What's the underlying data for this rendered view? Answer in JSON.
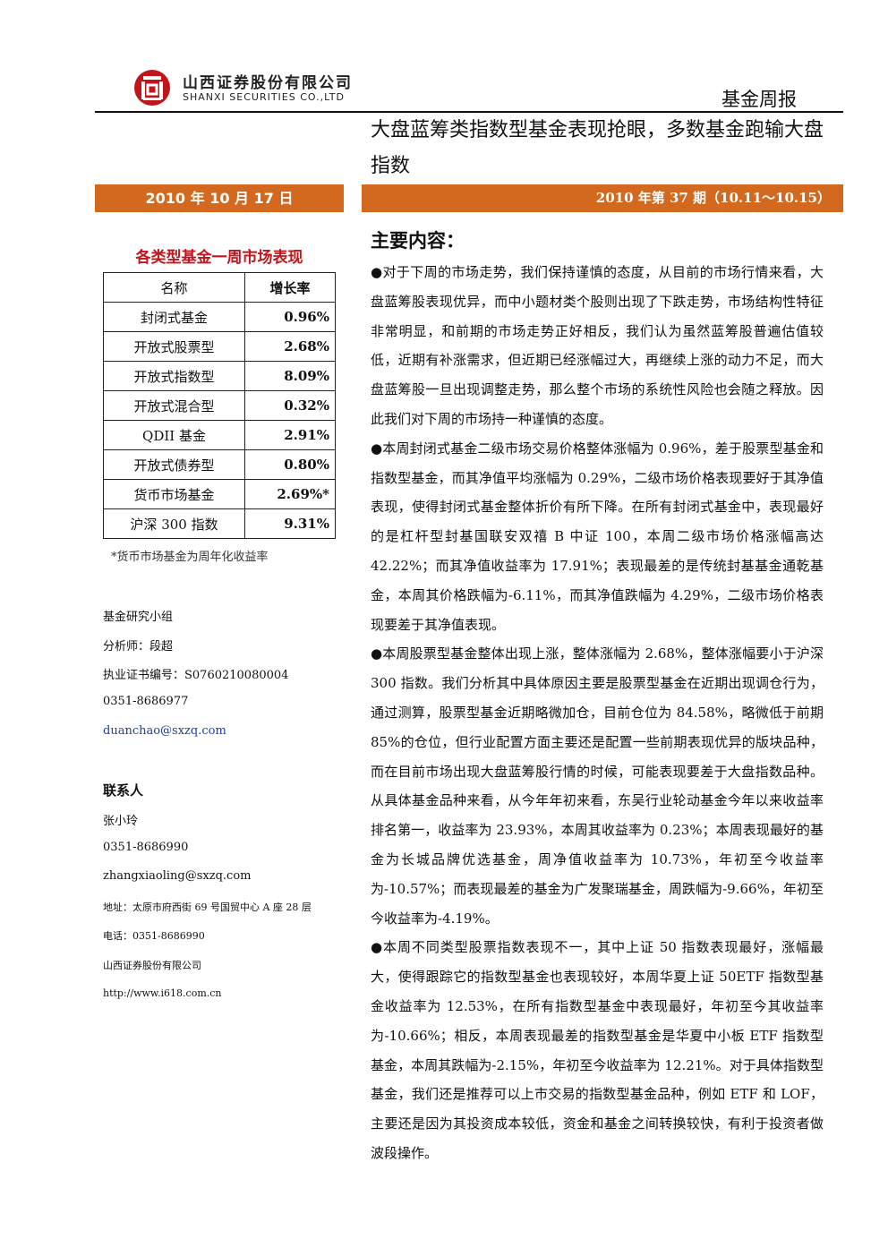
{
  "header": {
    "company_cn": "山西证券股份有限公司",
    "company_en": "SHANXI SECURITIES CO.,LTD",
    "report_type": "基金周报",
    "headline": "大盘蓝筹类指数型基金表现抢眼，多数基金跑输大盘指数"
  },
  "colors": {
    "accent": "#d2691e",
    "brand_red": "#c0151b"
  },
  "date_label": "2010 年 10 月 17 日",
  "issue_label": "2010 年第 37 期（10.11～10.15）",
  "table": {
    "title": "各类型基金一周市场表现",
    "headers": [
      "名称",
      "增长率"
    ],
    "rows": [
      [
        "封闭式基金",
        "0.96%"
      ],
      [
        "开放式股票型",
        "2.68%"
      ],
      [
        "开放式指数型",
        "8.09%"
      ],
      [
        "开放式混合型",
        "0.32%"
      ],
      [
        "QDII 基金",
        "2.91%"
      ],
      [
        "开放式债券型",
        "0.80%"
      ],
      [
        "货币市场基金",
        "2.69%*"
      ],
      [
        "沪深 300 指数",
        "9.31%"
      ]
    ],
    "note": "*货币市场基金为周年化收益率"
  },
  "research": {
    "group": "基金研究小组",
    "analyst": "分析师：段超",
    "cert": "执业证书编号：S0760210080004",
    "phone": "0351-8686977",
    "email": "duanchao@sxzq.com"
  },
  "contact": {
    "heading": "联系人",
    "name": "张小玲",
    "phone": "0351-8686990",
    "email": "zhangxiaoling@sxzq.com",
    "address": "地址：太原市府西街 69 号国贸中心 A 座 28 层",
    "tel": "电话：0351-8686990",
    "company": "山西证券股份有限公司",
    "url": "http://www.i618.com.cn"
  },
  "main": {
    "title": "主要内容：",
    "paragraphs": [
      "●对于下周的市场走势，我们保持谨慎的态度，从目前的市场行情来看，大盘蓝筹股表现优异，而中小题材类个股则出现了下跌走势，市场结构性特征非常明显，和前期的市场走势正好相反，我们认为虽然蓝筹股普遍估值较低，近期有补涨需求，但近期已经涨幅过大，再继续上涨的动力不足，而大盘蓝筹股一旦出现调整走势，那么整个市场的系统性风险也会随之释放。因此我们对下周的市场持一种谨慎的态度。",
      "●本周封闭式基金二级市场交易价格整体涨幅为 0.96%，差于股票型基金和指数型基金，而其净值平均涨幅为 0.29%，二级市场价格表现要好于其净值表现，使得封闭式基金整体折价有所下降。在所有封闭式基金中，表现最好的是杠杆型封基国联安双禧 B 中证 100，本周二级市场价格涨幅高达 42.22%；而其净值收益率为 17.91%；表现最差的是传统封基基金通乾基金，本周其价格跌幅为-6.11%，而其净值跌幅为 4.29%，二级市场价格表现要差于其净值表现。",
      "●本周股票型基金整体出现上涨，整体涨幅为 2.68%，整体涨幅要小于沪深 300 指数。我们分析其中具体原因主要是股票型基金在近期出现调仓行为，通过测算，股票型基金近期略微加仓，目前仓位为 84.58%，略微低于前期 85%的仓位，但行业配置方面主要还是配置一些前期表现优异的版块品种，而在目前市场出现大盘蓝筹股行情的时候，可能表现要差于大盘指数品种。从具体基金品种来看，从今年年初来看，东吴行业轮动基金今年以来收益率排名第一，收益率为 23.93%，本周其收益率为 0.23%；本周表现最好的基金为长城品牌优选基金，周净值收益率为 10.73%，年初至今收益率为-10.57%；而表现最差的基金为广发聚瑞基金，周跌幅为-9.66%，年初至今收益率为-4.19%。",
      "●本周不同类型股票指数表现不一，其中上证 50 指数表现最好，涨幅最大，使得跟踪它的指数型基金也表现较好，本周华夏上证 50ETF 指数型基金收益率为 12.53%，在所有指数型基金中表现最好，年初至今其收益率为-10.66%；相反，本周表现最差的指数型基金是华夏中小板 ETF 指数型基金，本周其跌幅为-2.15%，年初至今收益率为 12.21%。对于具体指数型基金，我们还是推荐可以上市交易的指数型基金品种，例如 ETF 和 LOF，主要还是因为其投资成本较低，资金和基金之间转换较快，有利于投资者做波段操作。"
    ]
  }
}
